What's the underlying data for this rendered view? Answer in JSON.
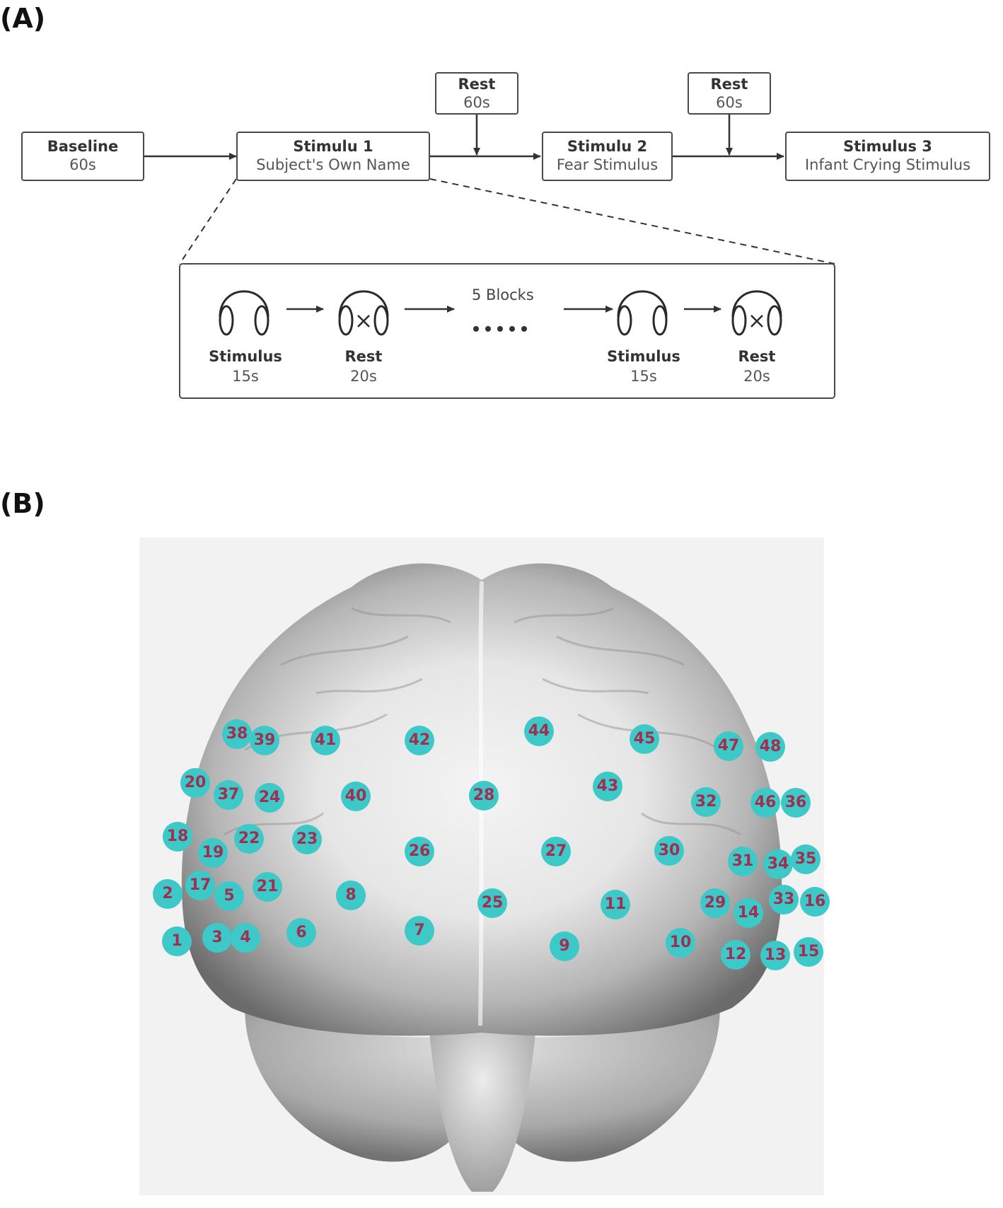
{
  "panel_a": {
    "label": "(A)",
    "baseline": {
      "title": "Baseline",
      "sub": "60s"
    },
    "stim1": {
      "title": "Stimulu 1",
      "sub": "Subject's Own Name"
    },
    "stim2": {
      "title": "Stimulu 2",
      "sub": "Fear Stimulus"
    },
    "stim3": {
      "title": "Stimulus 3",
      "sub": "Infant Crying Stimulus"
    },
    "rest1": {
      "title": "Rest",
      "sub": "60s"
    },
    "rest2": {
      "title": "Rest",
      "sub": "60s"
    },
    "blocks_label": "5 Blocks",
    "detail": [
      {
        "title": "Stimulus",
        "sub": "15s",
        "icon": "headphones-icon"
      },
      {
        "title": "Rest",
        "sub": "20s",
        "icon": "headphones-muted-icon"
      },
      {
        "title": "Stimulus",
        "sub": "15s",
        "icon": "headphones-icon"
      },
      {
        "title": "Rest",
        "sub": "20s",
        "icon": "headphones-muted-icon"
      }
    ]
  },
  "panel_b": {
    "label": "(B)",
    "channels": [
      "1",
      "2",
      "3",
      "4",
      "5",
      "6",
      "7",
      "8",
      "9",
      "10",
      "11",
      "12",
      "13",
      "14",
      "15",
      "16",
      "17",
      "18",
      "19",
      "20",
      "21",
      "22",
      "23",
      "24",
      "25",
      "26",
      "27",
      "28",
      "29",
      "30",
      "31",
      "32",
      "33",
      "34",
      "35",
      "36",
      "37",
      "38",
      "39",
      "40",
      "41",
      "42",
      "43",
      "44",
      "45",
      "46",
      "47",
      "48"
    ],
    "colors": {
      "channel_fill": "#3cc9c7",
      "channel_text": "#a02f52"
    }
  }
}
